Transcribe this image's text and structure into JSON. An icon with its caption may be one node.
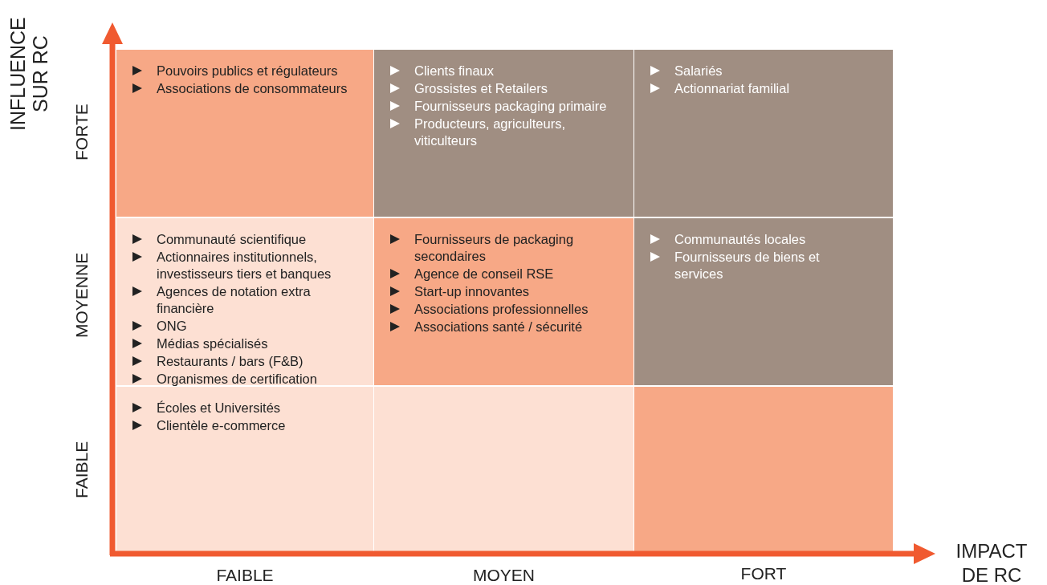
{
  "diagram": {
    "nodes": [
      {
        "text": [
          "Pouvoirs publics et régulateurs",
          "Associations de consommateurs"
        ]
      },
      {
        "text": [
          "Clients finaux",
          "Grossistes et Retailers",
          "Fournisseurs packaging primaire",
          "Producteurs, agriculteurs, viticulteurs"
        ]
      },
      {
        "text": [
          "Salariés",
          "Actionnariat familial"
        ]
      },
      {
        "text": [
          "Communauté scientifique",
          "Actionnaires institutionnels, investisseurs tiers et banques",
          "Agences de notation extra financière",
          "ONG",
          "Médias spécialisés",
          "Restaurants / bars (F&B)",
          "Organismes de certification"
        ]
      },
      {
        "text": [
          "Fournisseurs de packaging secondaires",
          "Agence de conseil RSE",
          "Start-up innovantes",
          "Associations professionnelles",
          "Associations santé / sécurité"
        ]
      },
      {
        "text": [
          "Communautés locales",
          "Fournisseurs de biens et services"
        ]
      },
      {
        "text": [
          "Écoles et Universités",
          "Clientèle e-commerce"
        ]
      },
      {
        "text": [],
        "shape": "box"
      },
      {
        "text": [],
        "shape": "box"
      }
    ],
    "edges": [],
    "labels": [
      "INFLUENCE SUR RC",
      "FORTE",
      "MOYENNE",
      "FAIBLE",
      "IMPACT DE RC",
      "FAIBLE",
      "MOYEN",
      "FORT"
    ]
  }
}
